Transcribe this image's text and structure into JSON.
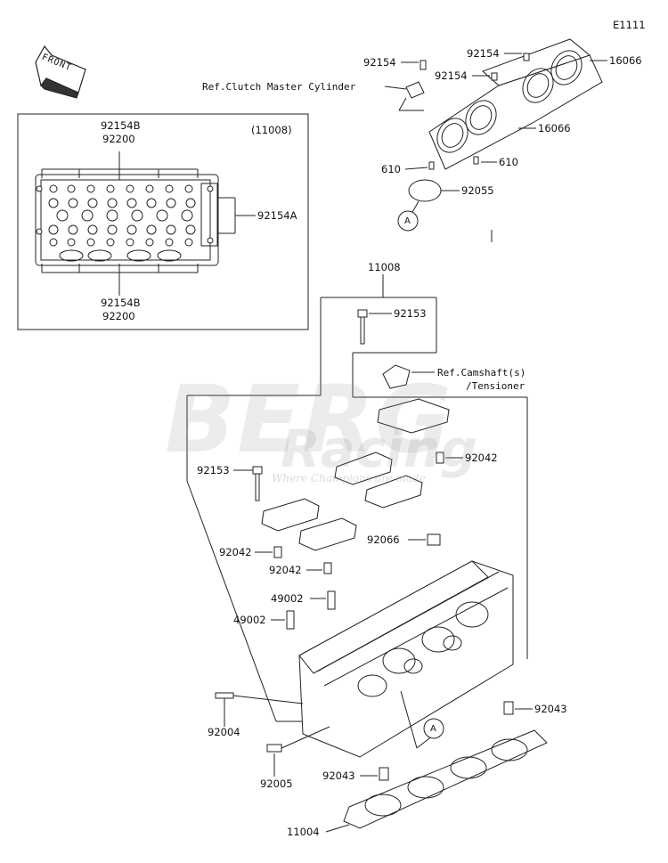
{
  "diagram_code": "E1111",
  "front_label": "FRONT",
  "inset_assembly": "(11008)",
  "labels": {
    "p92154_a": "92154",
    "p92154_b": "92154",
    "p92154_c": "92154",
    "p16066_a": "16066",
    "p16066_b": "16066",
    "ref_clutch": "Ref.Clutch Master Cylinder",
    "p610_a": "610",
    "p610_b": "610",
    "p92055": "92055",
    "ref_a_top": "A",
    "p92154B_top": "92154B",
    "p92200_top": "92200",
    "p92154A": "92154A",
    "p92154B_bot": "92154B",
    "p92200_bot": "92200",
    "p11008": "11008",
    "p92153_top": "92153",
    "ref_camshaft_1": "Ref.Camshaft(s)",
    "ref_camshaft_2": "/Tensioner",
    "p92042_right": "92042",
    "p92153_left": "92153",
    "p92042_left": "92042",
    "p92066": "92066",
    "p92042_mid": "92042",
    "p49002_a": "49002",
    "p49002_b": "49002",
    "p92004": "92004",
    "p92043_right": "92043",
    "ref_a_bottom": "A",
    "p92005": "92005",
    "p92043_left": "92043",
    "p11004": "11004"
  },
  "watermark": {
    "line1": "BERG",
    "line2": "Racing",
    "line3": "Where Champions are made"
  }
}
